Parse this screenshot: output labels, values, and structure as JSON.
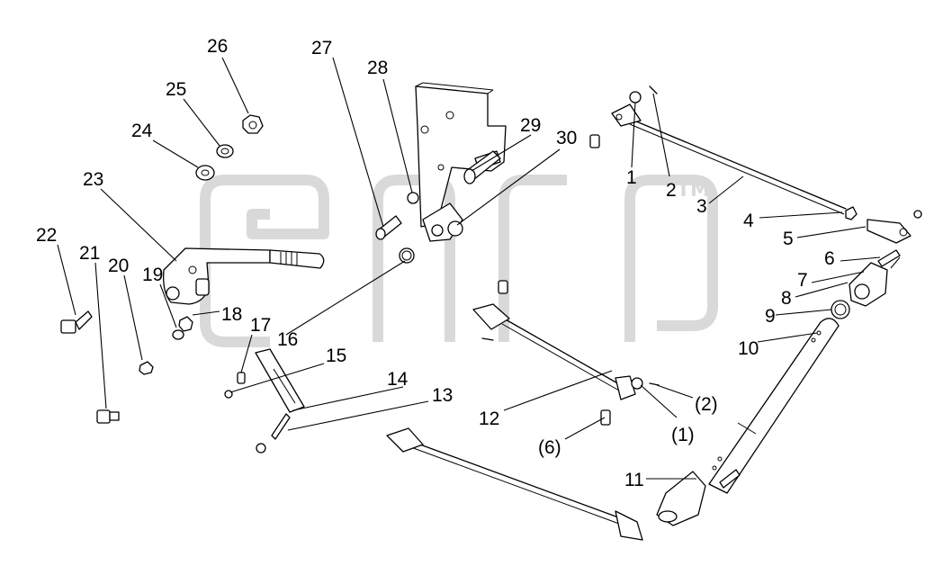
{
  "watermark": {
    "trademark": "TM"
  },
  "callouts": {
    "c1": "1",
    "c2": "2",
    "c3": "3",
    "c4": "4",
    "c5": "5",
    "c6": "6",
    "c7": "7",
    "c8": "8",
    "c9": "9",
    "c10": "10",
    "c11": "11",
    "c12": "12",
    "c13": "13",
    "c14": "14",
    "c15": "15",
    "c16": "16",
    "c17": "17",
    "c18": "18",
    "c19": "19",
    "c20": "20",
    "c21": "21",
    "c22": "22",
    "c23": "23",
    "c24": "24",
    "c25": "25",
    "c26": "26",
    "c27": "27",
    "c28": "28",
    "c29": "29",
    "c30": "30",
    "p1": "(1)",
    "p2": "(2)",
    "p6": "(6)"
  },
  "colors": {
    "line": "#000000",
    "watermark": "#d9d9d9",
    "background": "#ffffff"
  }
}
